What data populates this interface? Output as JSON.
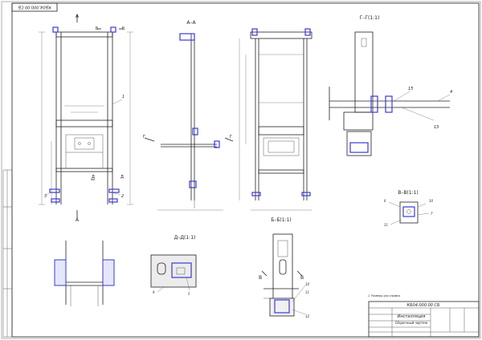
{
  "stamp_code": "КБ04.000.00 СБ",
  "section_aa": "А–А",
  "section_gg": "Г–Г(1:1)",
  "section_bb": "Б–Б(1:1)",
  "section_vv": "В–В(1:1)",
  "section_dd": "Д–Д(1:1)",
  "cut_a": "А",
  "cut_b": "Б",
  "cut_d": "Д",
  "cut_g": "Г",
  "cut_v": "В",
  "note": "1. Размеры для справок",
  "title_block": {
    "code": "КБ04.000.00 СБ",
    "name_line1": "Инсталляция",
    "name_line2": "Сборочный чертеж"
  },
  "callouts": {
    "one": "1",
    "two": "2",
    "three": "3",
    "four": "4",
    "five": "5",
    "six": "6",
    "seven": "7",
    "nine": "9",
    "ten": "10",
    "eleven": "11",
    "twelve": "12",
    "thirteen": "13",
    "fifteen": "15"
  }
}
